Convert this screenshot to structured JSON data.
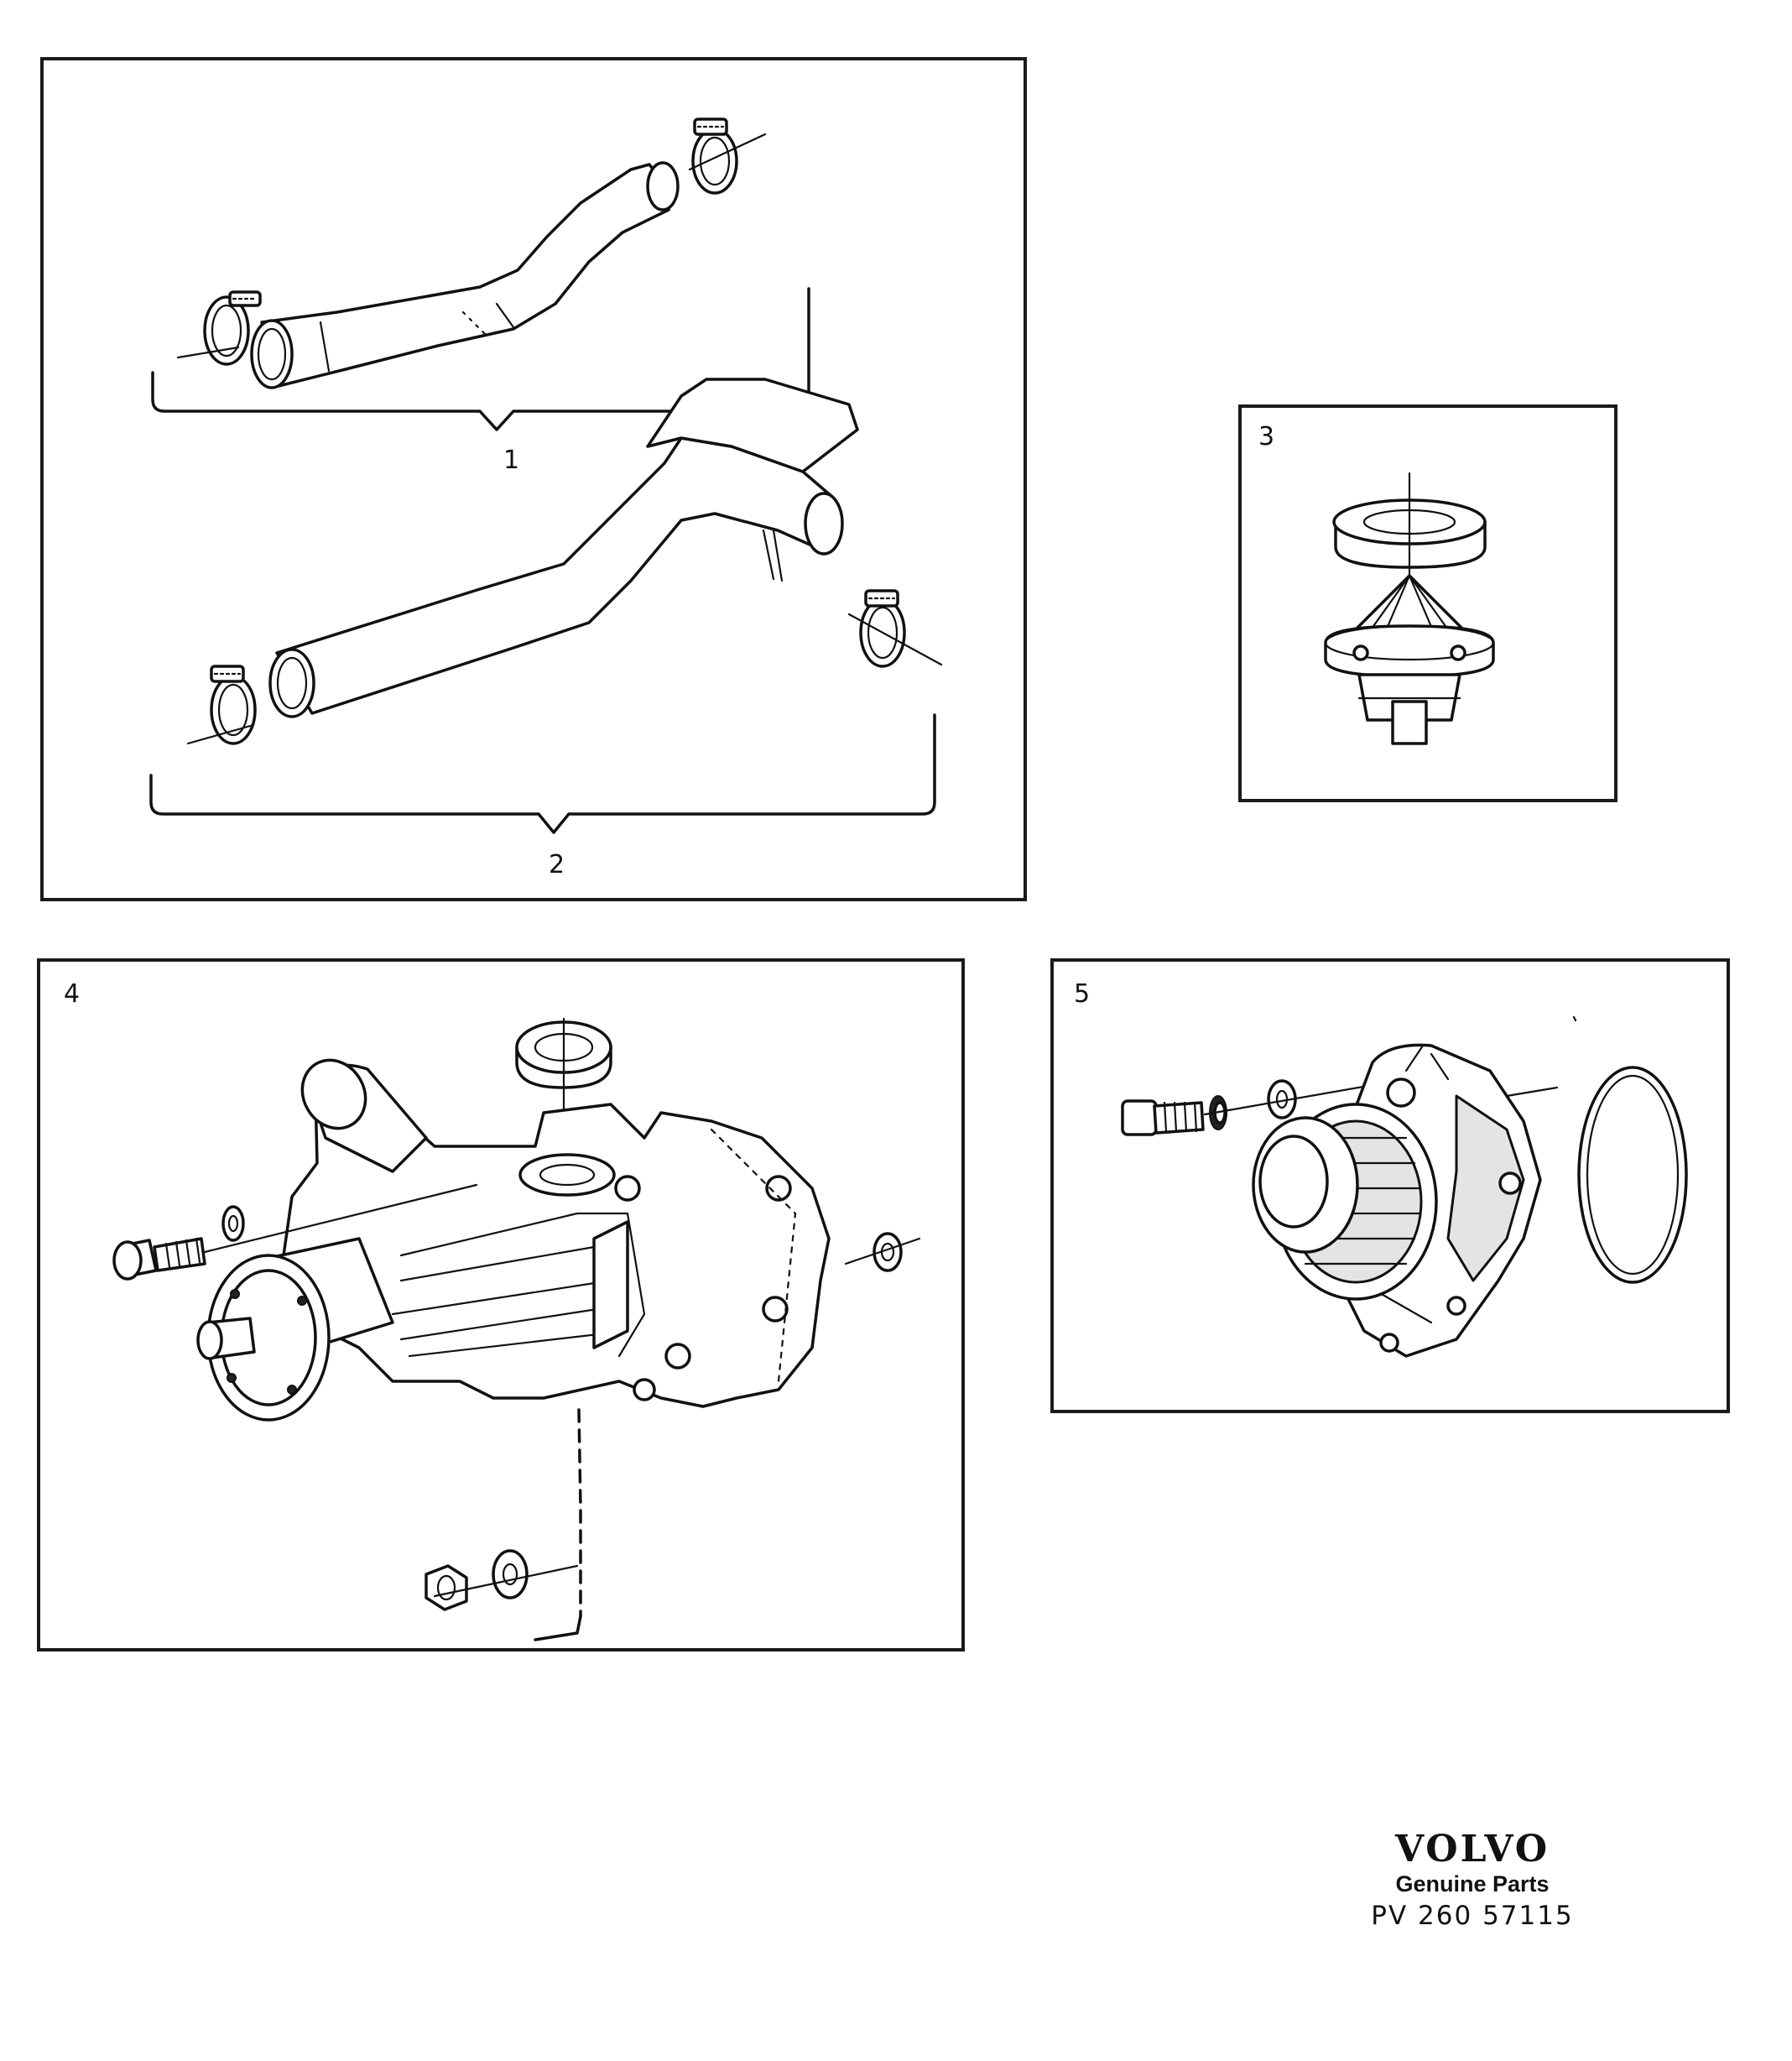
{
  "panels": {
    "hoses": {
      "callout_1": "1",
      "callout_2": "2"
    },
    "thermostat": {
      "callout": "3"
    },
    "water_pump_a": {
      "callout": "4"
    },
    "water_pump_b": {
      "callout": "5"
    }
  },
  "brand": {
    "logo": "VOLVO",
    "tagline": "Genuine Parts",
    "code": "PV 260 57115"
  }
}
